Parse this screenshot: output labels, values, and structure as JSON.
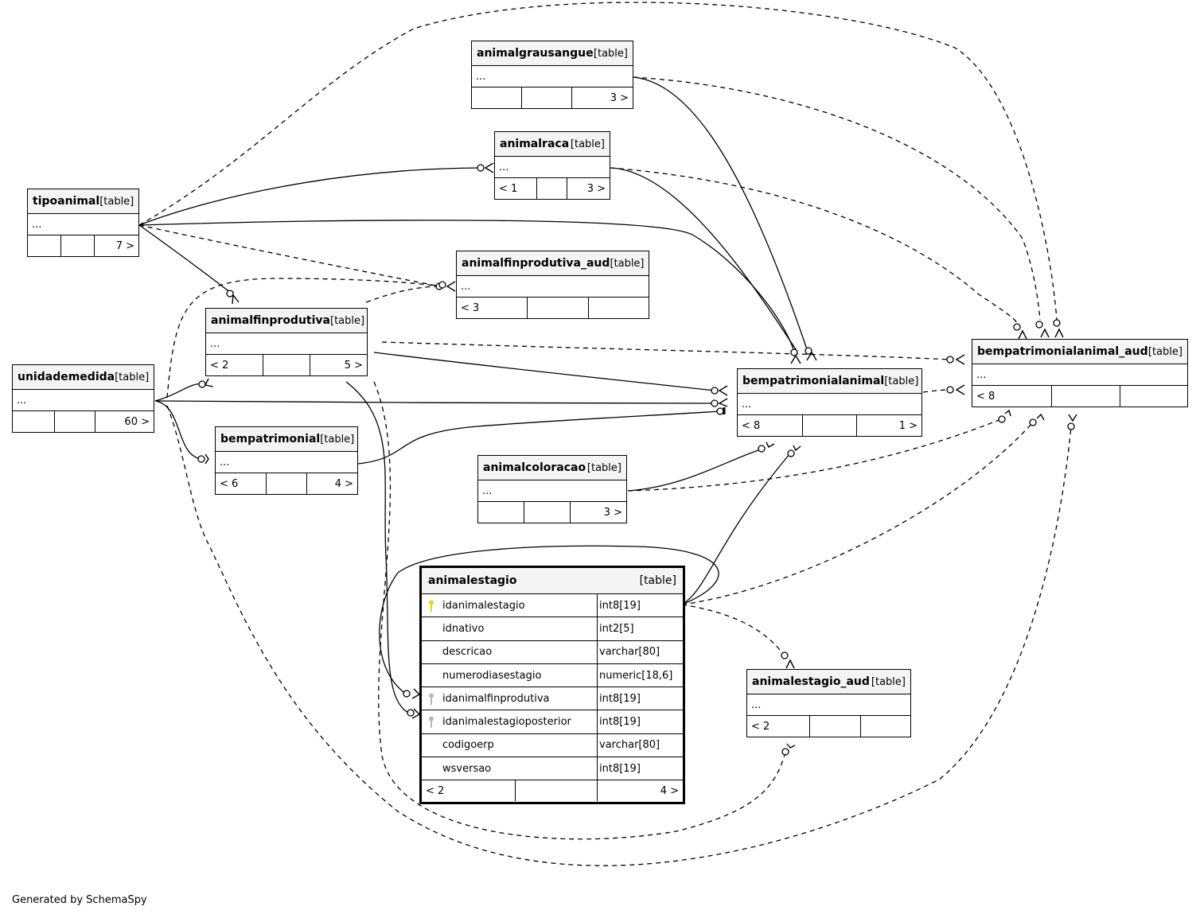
{
  "tables": {
    "animalgrausangue": {
      "name": "animalgrausangue",
      "type": "[table]",
      "dots": "...",
      "left": "",
      "right": "3 >"
    },
    "animalraca": {
      "name": "animalraca",
      "type": "[table]",
      "dots": "...",
      "left": "< 1",
      "right": "3 >"
    },
    "tipoanimal": {
      "name": "tipoanimal",
      "type": "[table]",
      "dots": "...",
      "left": "",
      "right": "7 >"
    },
    "animalfinprodutiva_aud": {
      "name": "animalfinprodutiva_aud",
      "type": "[table]",
      "dots": "...",
      "left": "< 3",
      "right": ""
    },
    "animalfinprodutiva": {
      "name": "animalfinprodutiva",
      "type": "[table]",
      "dots": "...",
      "left": "< 2",
      "right": "5 >"
    },
    "unidademedida": {
      "name": "unidademedida",
      "type": "[table]",
      "dots": "...",
      "left": "",
      "right": "60 >"
    },
    "bempatrimonial": {
      "name": "bempatrimonial",
      "type": "[table]",
      "dots": "...",
      "left": "< 6",
      "right": "4 >"
    },
    "bempatrimonialanimal": {
      "name": "bempatrimonialanimal",
      "type": "[table]",
      "dots": "...",
      "left": "< 8",
      "right": "1 >"
    },
    "bempatrimonialanimal_aud": {
      "name": "bempatrimonialanimal_aud",
      "type": "[table]",
      "dots": "...",
      "left": "< 8",
      "right": ""
    },
    "animalcoloracao": {
      "name": "animalcoloracao",
      "type": "[table]",
      "dots": "...",
      "left": "",
      "right": "3 >"
    },
    "animalestagio_aud": {
      "name": "animalestagio_aud",
      "type": "[table]",
      "dots": "...",
      "left": "< 2",
      "right": ""
    }
  },
  "main": {
    "name": "animalestagio",
    "type": "[table]",
    "columns": [
      {
        "name": "idanimalestagio",
        "type": "int8[19]",
        "key": "primary"
      },
      {
        "name": "idnativo",
        "type": "int2[5]",
        "key": "none"
      },
      {
        "name": "descricao",
        "type": "varchar[80]",
        "key": "none"
      },
      {
        "name": "numerodiasestagio",
        "type": "numeric[18,6]",
        "key": "none"
      },
      {
        "name": "idanimalfinprodutiva",
        "type": "int8[19]",
        "key": "foreign"
      },
      {
        "name": "idanimalestagioposterior",
        "type": "int8[19]",
        "key": "foreign"
      },
      {
        "name": "codigoerp",
        "type": "varchar[80]",
        "key": "none"
      },
      {
        "name": "wsversao",
        "type": "int8[19]",
        "key": "none"
      }
    ],
    "left": "< 2",
    "right": "4 >"
  },
  "footer": "Generated by SchemaSpy",
  "colors": {
    "primary_key": "#e8d400",
    "foreign_key": "#b8b8b8",
    "header_bg": "#f4f4f4"
  }
}
